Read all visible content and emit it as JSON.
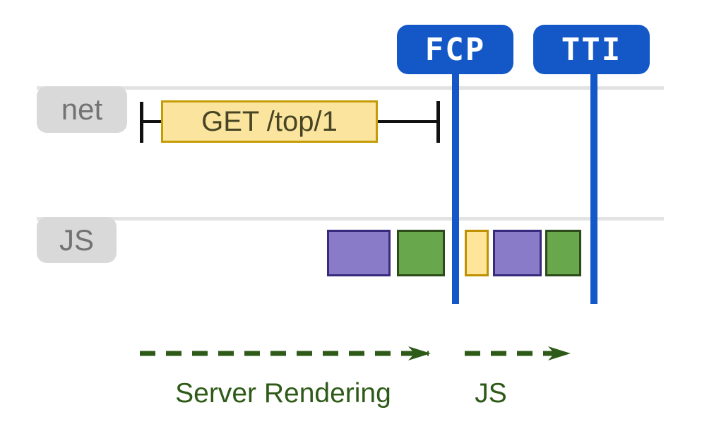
{
  "markers": [
    {
      "id": "fcp",
      "label": "FCP"
    },
    {
      "id": "tti",
      "label": "TTI"
    }
  ],
  "lanes": [
    {
      "id": "net",
      "label": "net",
      "request": {
        "label": "GET /top/1",
        "style": "yellow box with start and end ticks"
      }
    },
    {
      "id": "js",
      "label": "JS",
      "blocks": [
        {
          "color": "purple"
        },
        {
          "color": "green"
        },
        {
          "color": "yellow"
        },
        {
          "color": "purple"
        },
        {
          "color": "green"
        }
      ]
    }
  ],
  "phases": [
    {
      "label": "Server Rendering"
    },
    {
      "label": "JS"
    }
  ],
  "colors": {
    "accent_blue": "#1458c8",
    "badge_text": "#ffffff",
    "lane_line": "#e3e3e3",
    "lane_tab": "#d9d9d9",
    "lane_tab_text": "#737373",
    "request_fill": "#fbe49e",
    "request_border": "#c59c06",
    "request_text": "#474524",
    "purple_fill": "#8a7bc8",
    "purple_border": "#372a7d",
    "green_fill": "#68a74b",
    "green_border": "#2c4a1a",
    "yellow_fill": "#ffe599",
    "yellow_border": "#bf9000",
    "phase_green": "#2e5a18",
    "tick_black": "#111111"
  }
}
